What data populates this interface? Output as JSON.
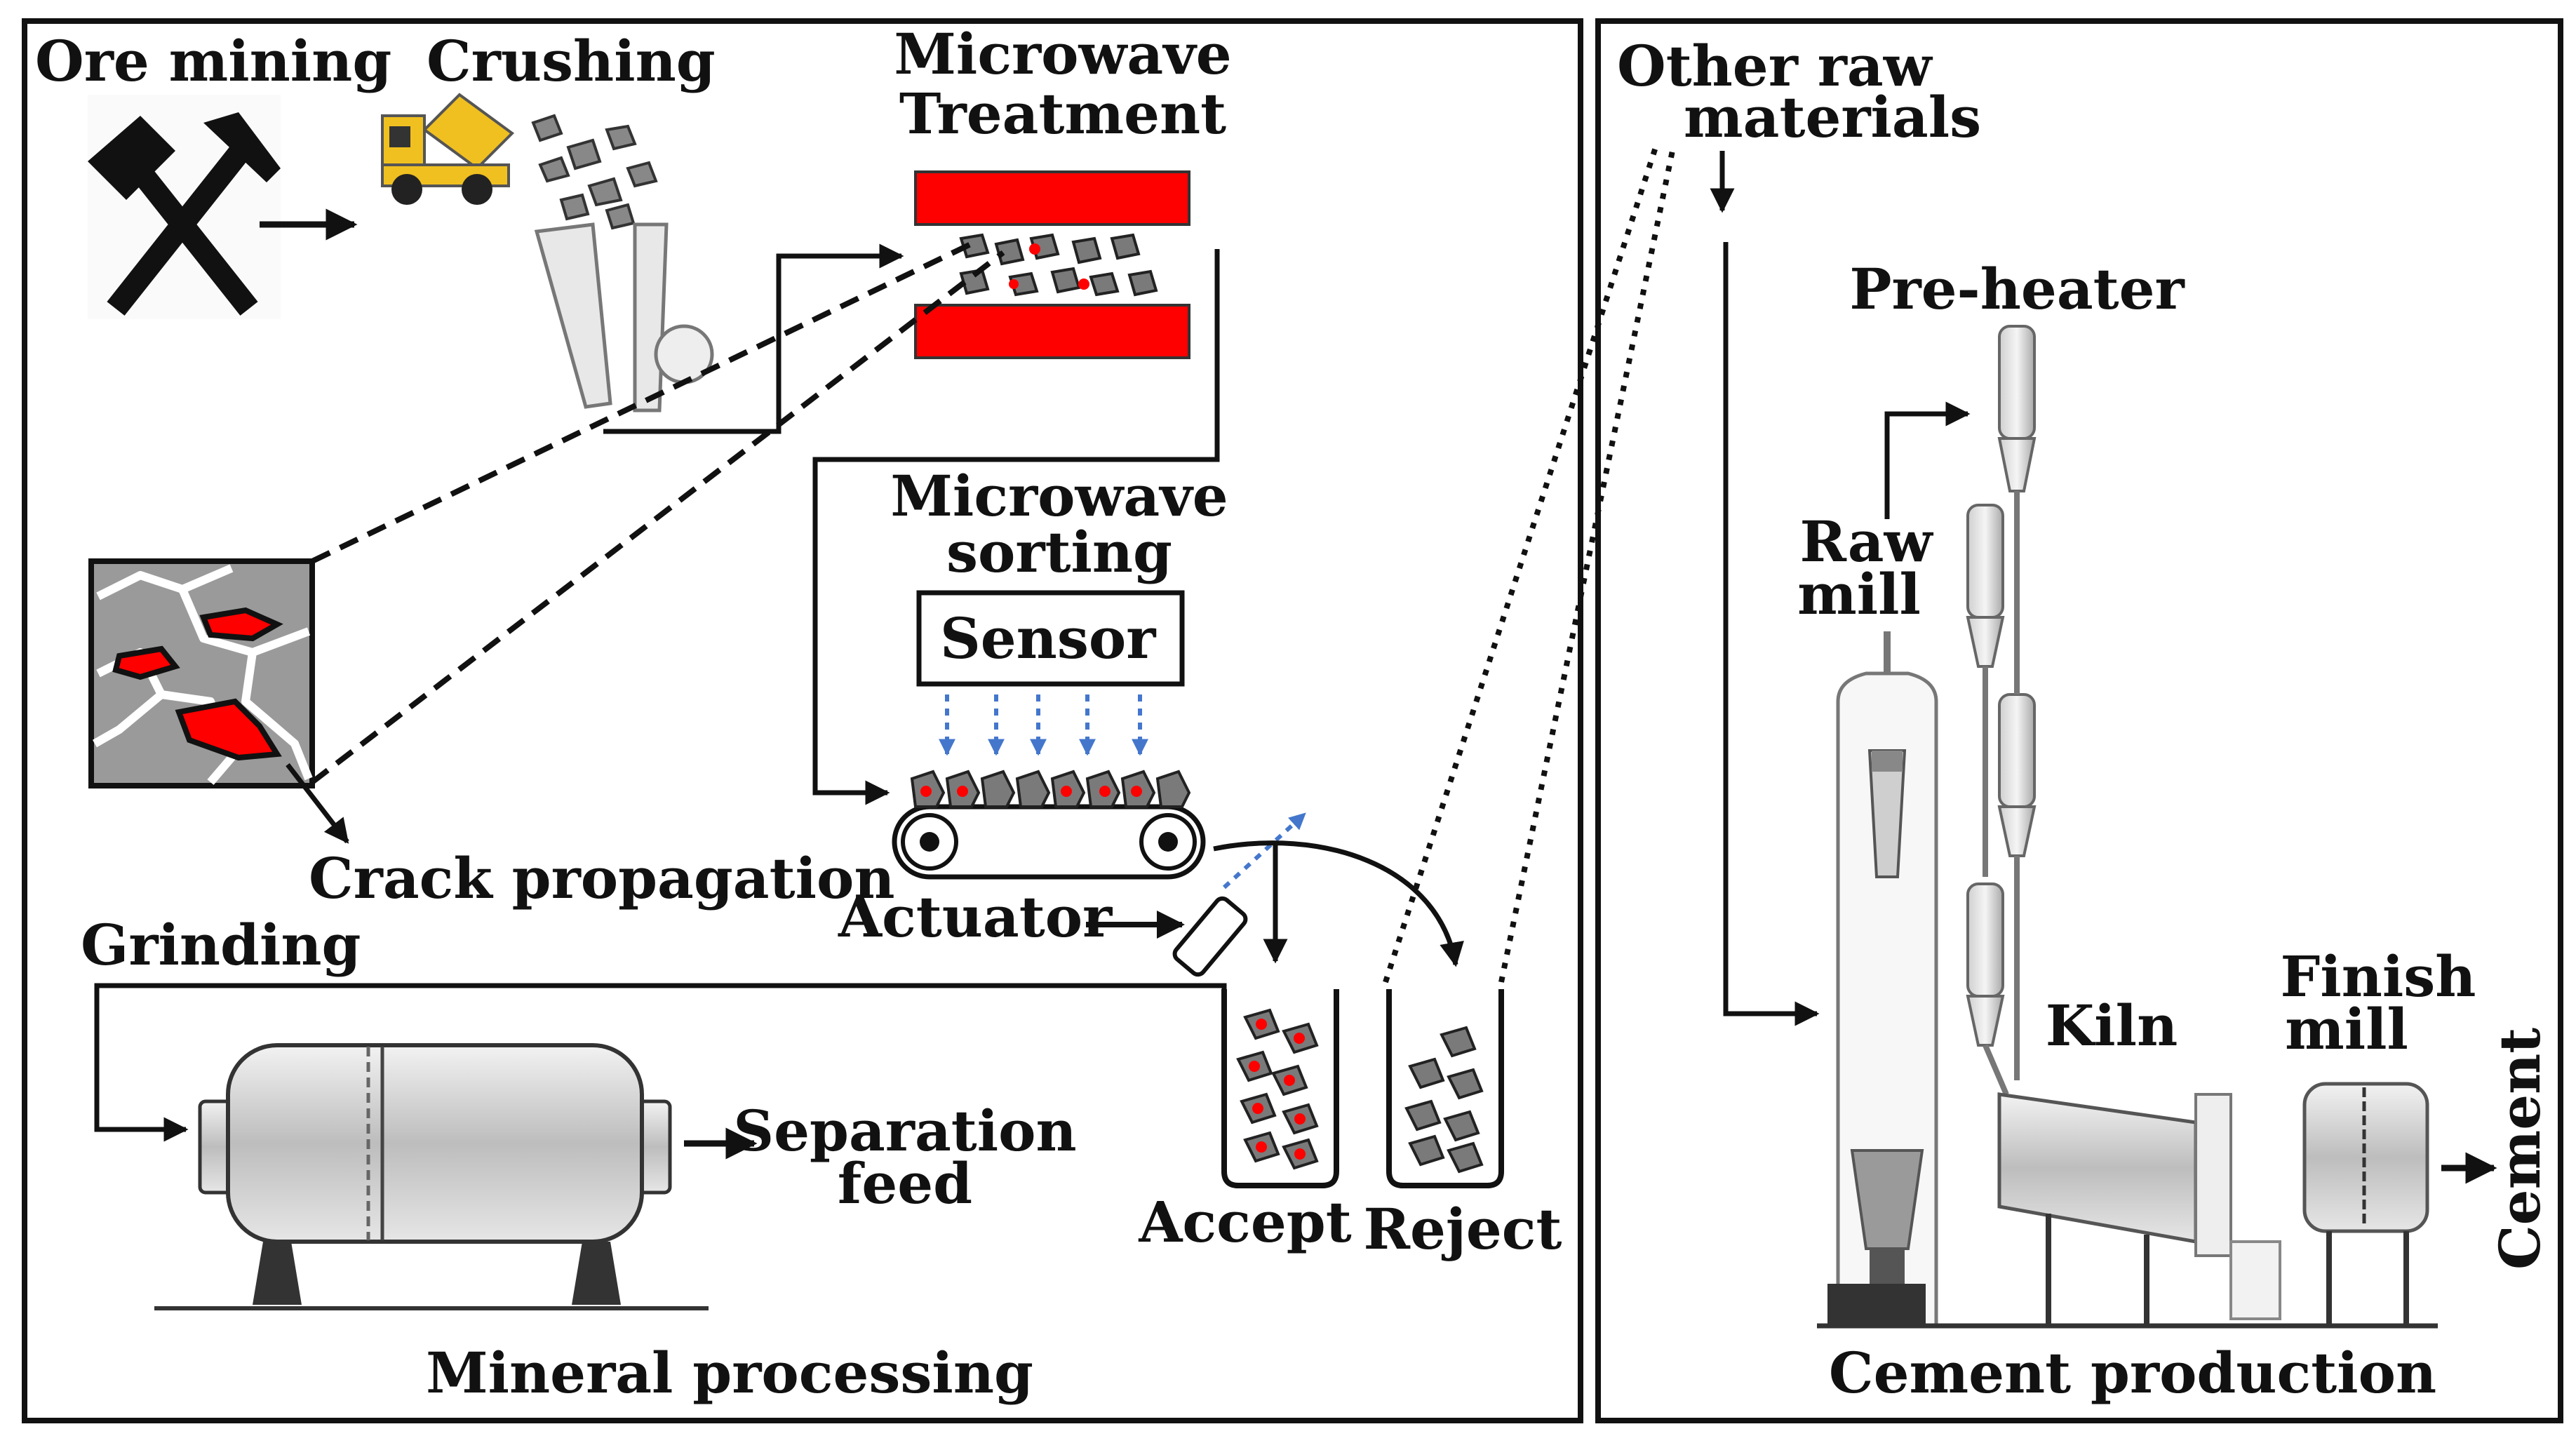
{
  "colors": {
    "red": "#ff0000",
    "dark": "#111111",
    "gray": "#9a9a9a",
    "rock": "#6f6f6f",
    "truck_yellow": "#f0c020",
    "wave_blue": "#4477cc"
  },
  "panels": {
    "left": {
      "caption": "Mineral processing",
      "labels": {
        "ore_mining": "Ore mining",
        "crushing": "Crushing",
        "microwave_l1": "Microwave",
        "microwave_l2": "Treatment",
        "sorting_l1": "Microwave",
        "sorting_l2": "sorting",
        "sensor": "Sensor",
        "crack": "Crack propagation",
        "actuator": "Actuator",
        "grinding": "Grinding",
        "separation_l1": "Separation",
        "separation_l2": "feed",
        "accept": "Accept",
        "reject": "Reject"
      }
    },
    "right": {
      "caption": "Cement production",
      "labels": {
        "other_l1": "Other raw",
        "other_l2": "materials",
        "preheater": "Pre-heater",
        "raw_l1": "Raw",
        "raw_l2": "mill",
        "kiln": "Kiln",
        "finish_l1": "Finish",
        "finish_l2": "mill",
        "cement": "Cement"
      }
    }
  },
  "icons": [
    "crossed-hammers-icon",
    "dump-truck-icon",
    "jaw-crusher-icon",
    "microwave-cavity-icon",
    "conveyor-belt-icon",
    "ball-mill-icon",
    "cement-plant-icon"
  ]
}
